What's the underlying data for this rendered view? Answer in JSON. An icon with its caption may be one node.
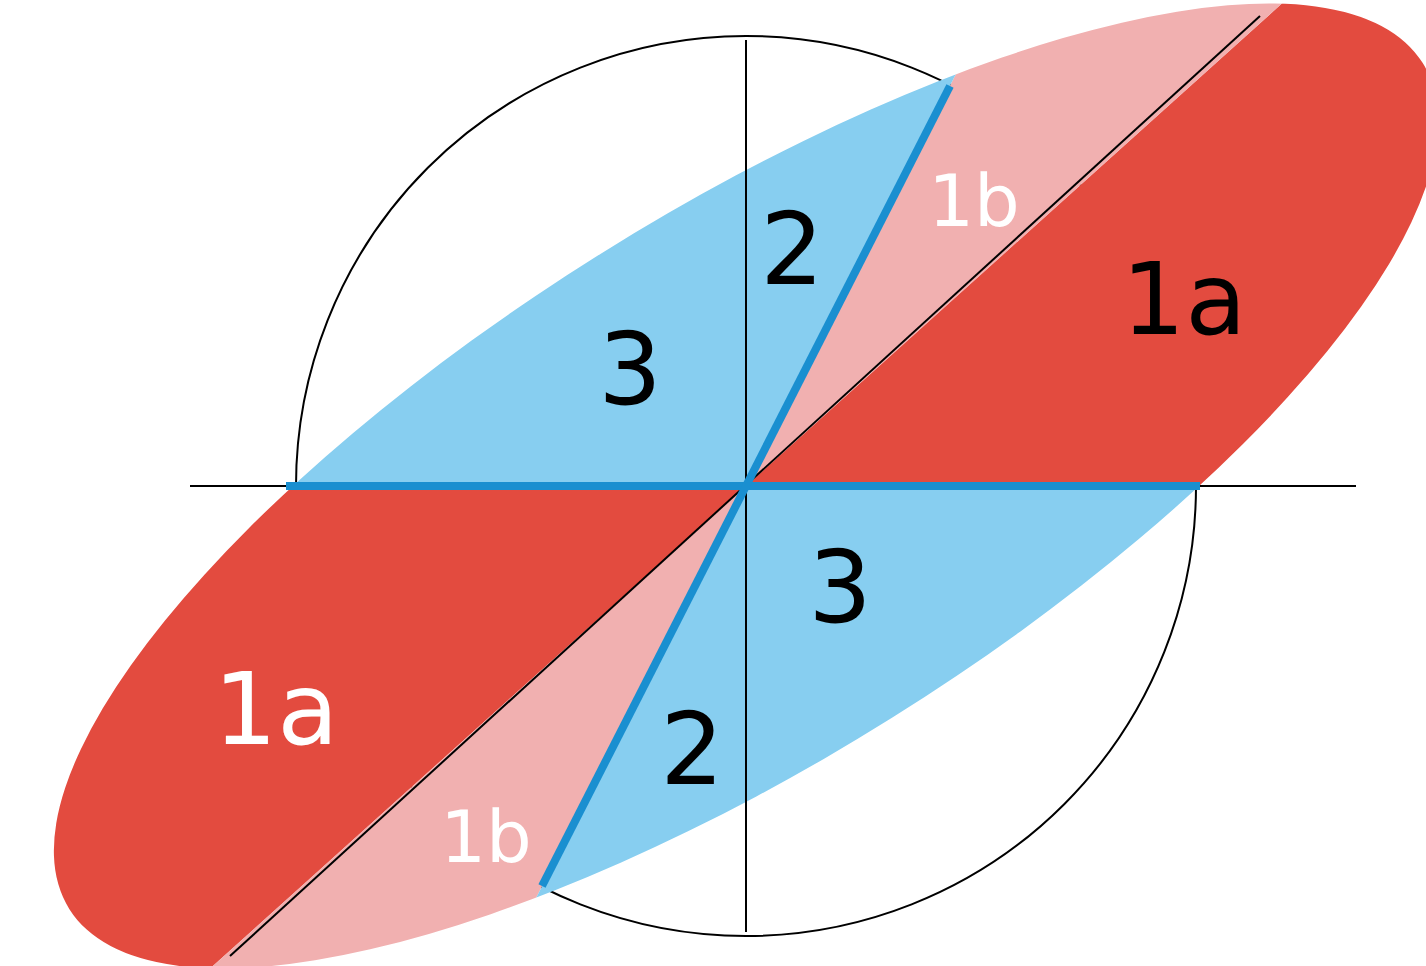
{
  "diagram": {
    "labels": [
      "1b",
      "2",
      "1a",
      "3",
      "3",
      "1a",
      "2",
      "1b"
    ]
  }
}
